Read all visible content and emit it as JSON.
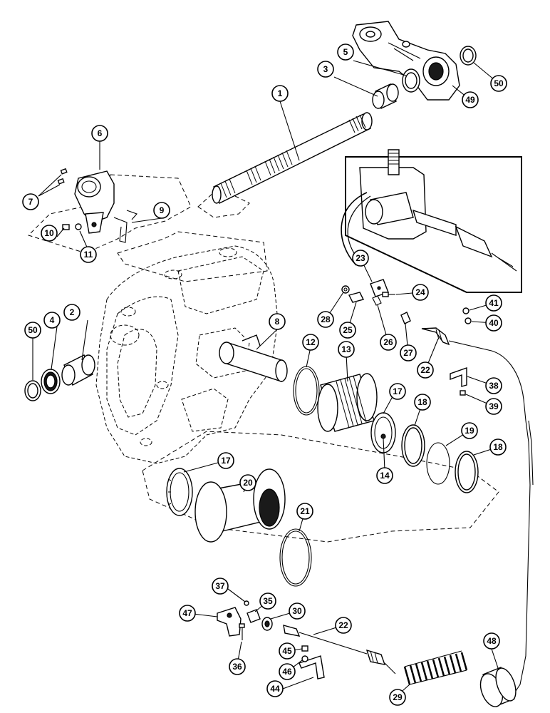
{
  "diagram": {
    "callouts": [
      {
        "id": "c1",
        "label": "1"
      },
      {
        "id": "c2",
        "label": "2"
      },
      {
        "id": "c3",
        "label": "3"
      },
      {
        "id": "c4",
        "label": "4"
      },
      {
        "id": "c5",
        "label": "5"
      },
      {
        "id": "c6",
        "label": "6"
      },
      {
        "id": "c7",
        "label": "7"
      },
      {
        "id": "c8",
        "label": "8"
      },
      {
        "id": "c9",
        "label": "9"
      },
      {
        "id": "c10",
        "label": "10"
      },
      {
        "id": "c11",
        "label": "11"
      },
      {
        "id": "c12",
        "label": "12"
      },
      {
        "id": "c13",
        "label": "13"
      },
      {
        "id": "c14",
        "label": "14"
      },
      {
        "id": "c17a",
        "label": "17"
      },
      {
        "id": "c17b",
        "label": "17"
      },
      {
        "id": "c18a",
        "label": "18"
      },
      {
        "id": "c18b",
        "label": "18"
      },
      {
        "id": "c19",
        "label": "19"
      },
      {
        "id": "c20",
        "label": "20"
      },
      {
        "id": "c21",
        "label": "21"
      },
      {
        "id": "c22a",
        "label": "22"
      },
      {
        "id": "c22b",
        "label": "22"
      },
      {
        "id": "c23",
        "label": "23"
      },
      {
        "id": "c24",
        "label": "24"
      },
      {
        "id": "c25",
        "label": "25"
      },
      {
        "id": "c26",
        "label": "26"
      },
      {
        "id": "c27",
        "label": "27"
      },
      {
        "id": "c28",
        "label": "28"
      },
      {
        "id": "c29",
        "label": "29"
      },
      {
        "id": "c30",
        "label": "30"
      },
      {
        "id": "c35",
        "label": "35"
      },
      {
        "id": "c36",
        "label": "36"
      },
      {
        "id": "c37",
        "label": "37"
      },
      {
        "id": "c38",
        "label": "38"
      },
      {
        "id": "c39",
        "label": "39"
      },
      {
        "id": "c40",
        "label": "40"
      },
      {
        "id": "c41",
        "label": "41"
      },
      {
        "id": "c44",
        "label": "44"
      },
      {
        "id": "c45",
        "label": "45"
      },
      {
        "id": "c46",
        "label": "46"
      },
      {
        "id": "c47",
        "label": "47"
      },
      {
        "id": "c48",
        "label": "48"
      },
      {
        "id": "c49",
        "label": "49"
      },
      {
        "id": "c50a",
        "label": "50"
      },
      {
        "id": "c50b",
        "label": "50"
      }
    ]
  }
}
